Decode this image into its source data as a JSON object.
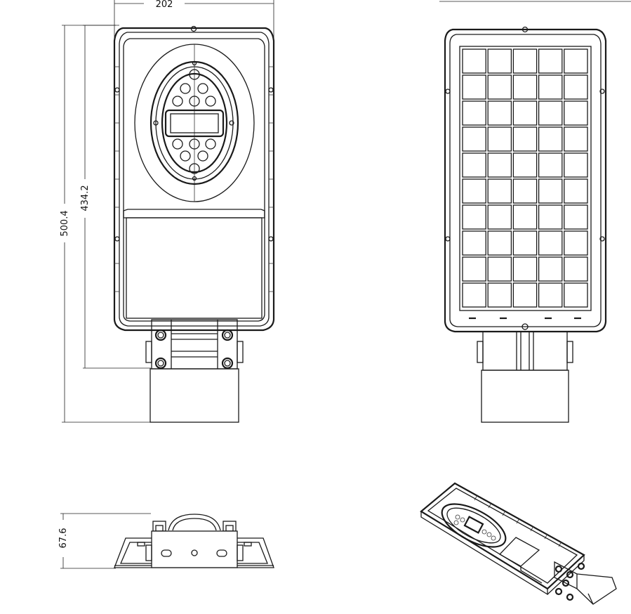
{
  "dimensions": {
    "width": "202",
    "height_total": "500.4",
    "height_body": "434.2",
    "depth": "67.6"
  },
  "views": [
    "front-view",
    "back-view-solar-panel",
    "side-view",
    "isometric-view"
  ],
  "panel_grid": {
    "rows": 10,
    "cols": 5
  },
  "colors": {
    "line": "#1a1a1a",
    "background": "#ffffff"
  }
}
